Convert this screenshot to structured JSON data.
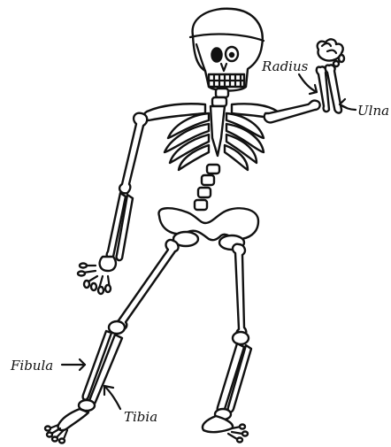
{
  "diagram": {
    "labels": {
      "radius": "Radius",
      "ulna": "Ulna",
      "fibula": "Fibula",
      "tibia": "Tibia"
    },
    "colors": {
      "ink": "#111111",
      "paper": "#ffffff"
    }
  }
}
